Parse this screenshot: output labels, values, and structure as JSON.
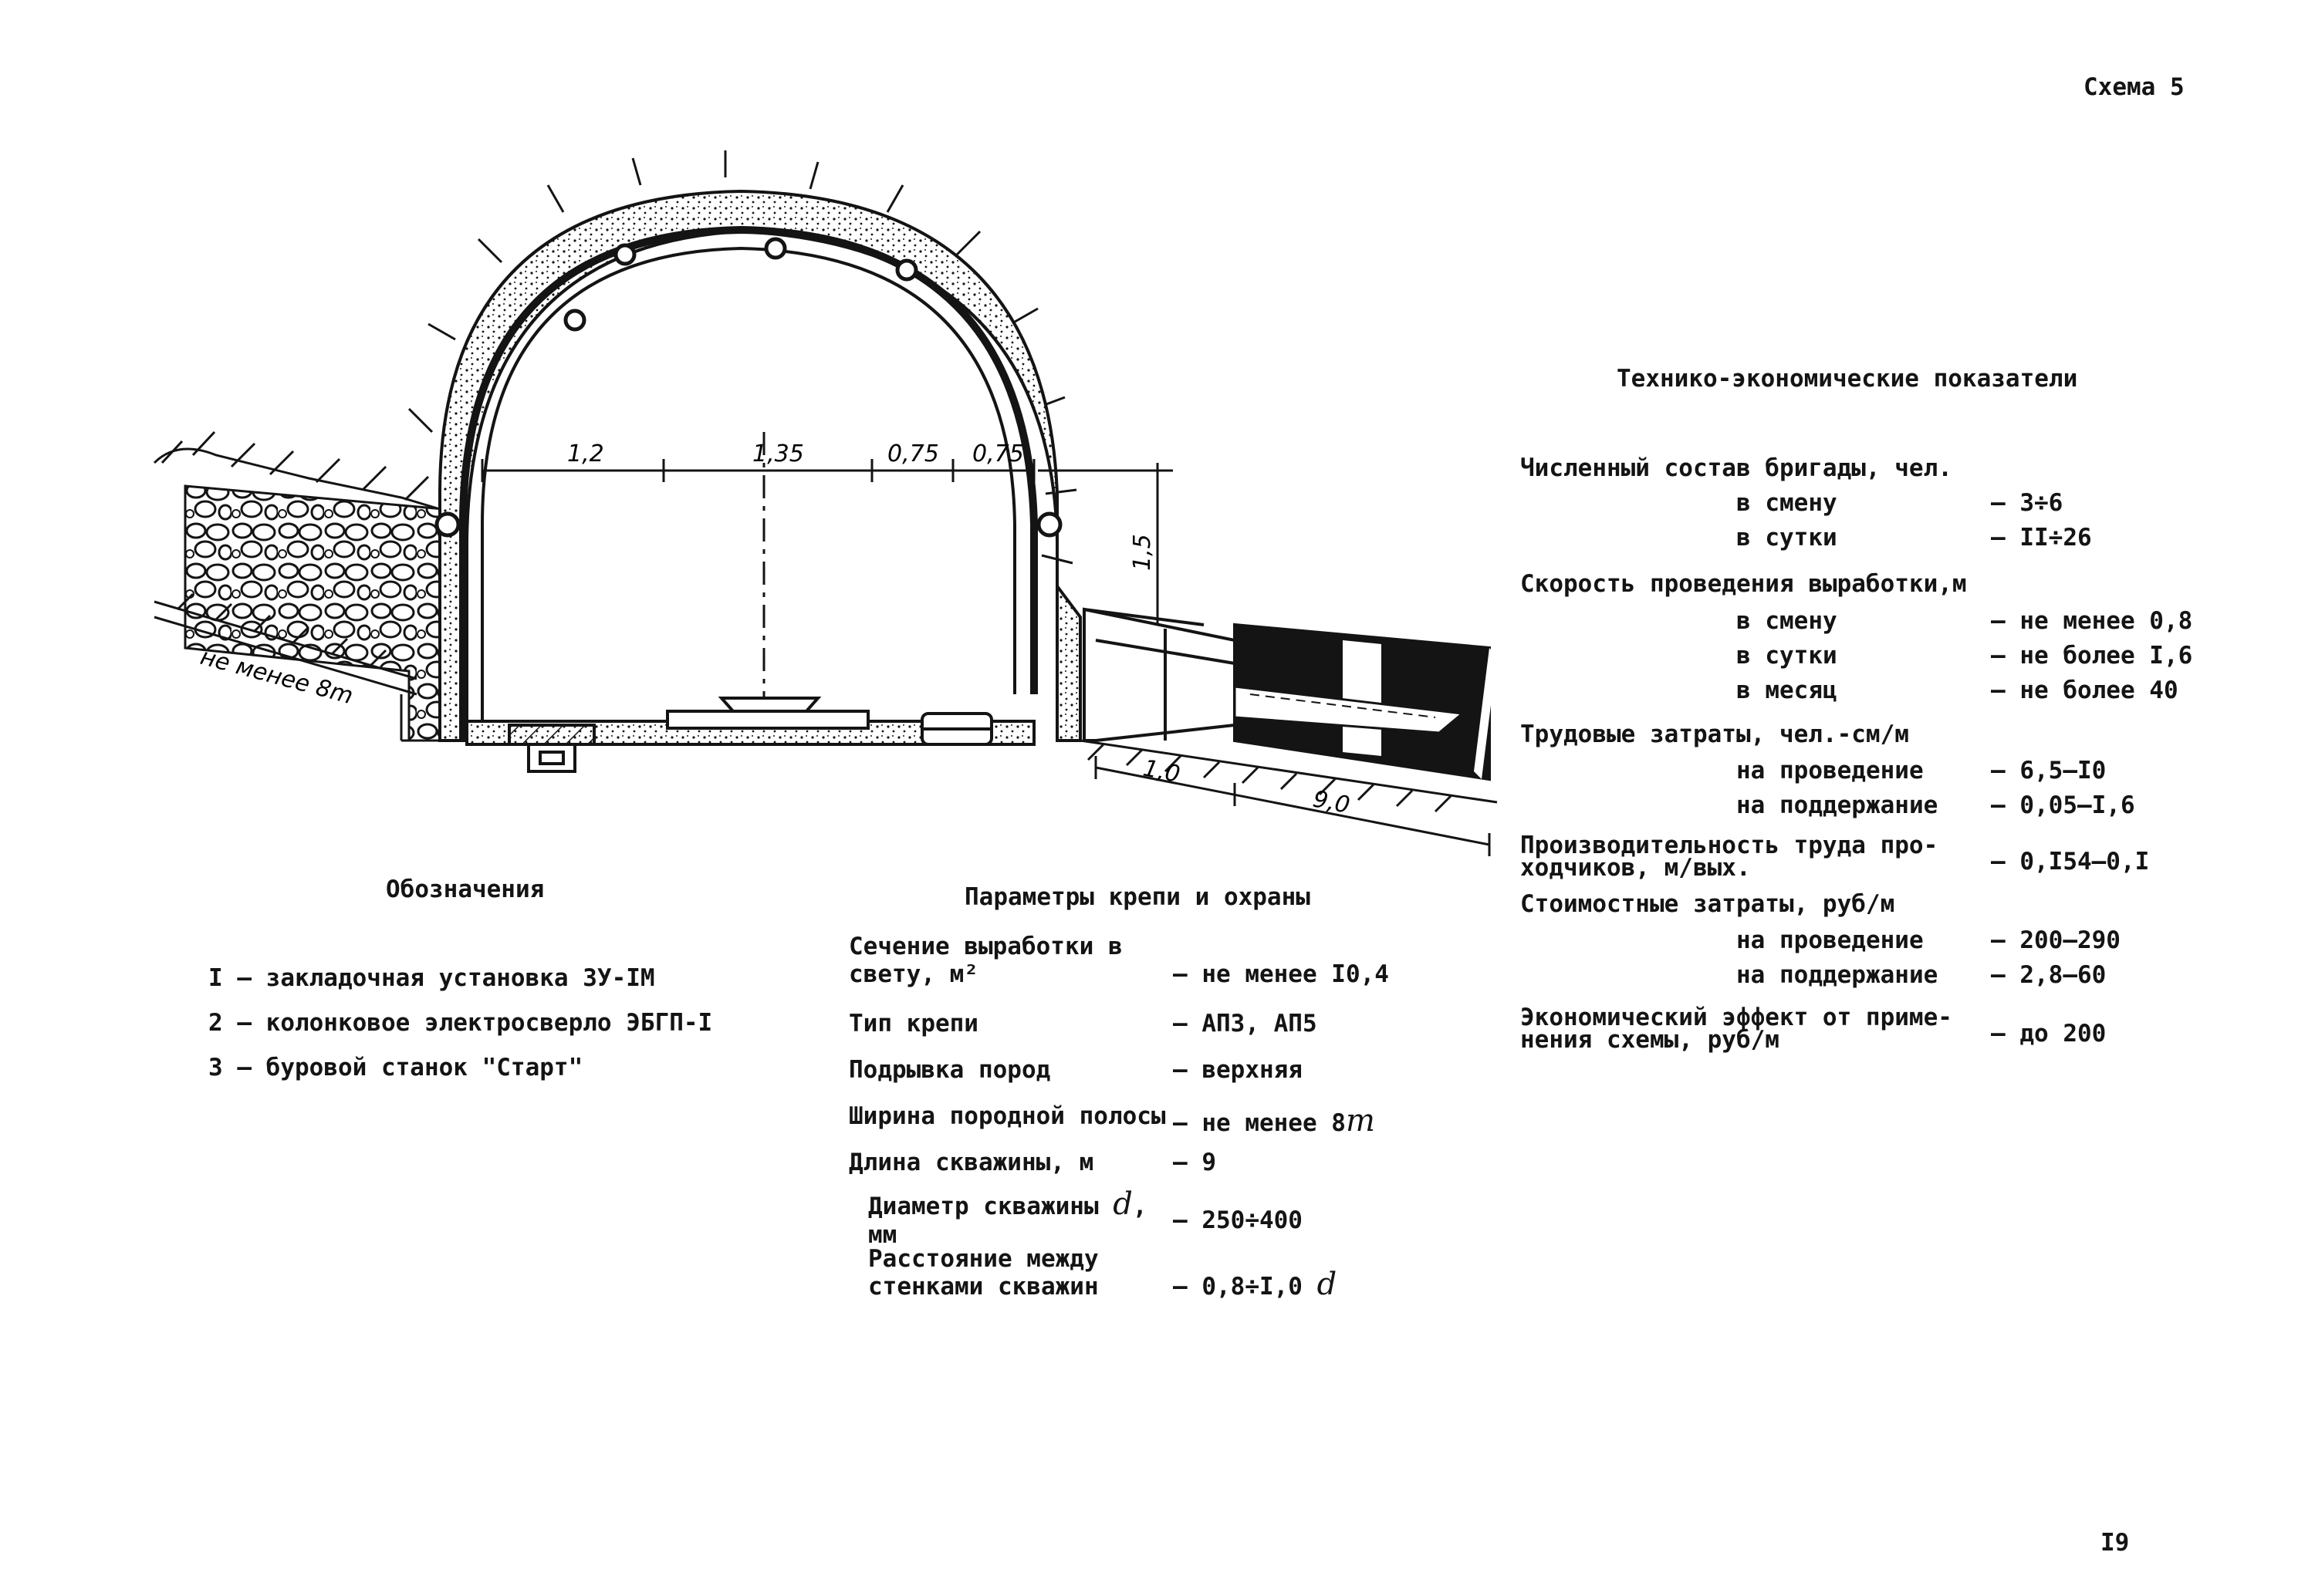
{
  "page": {
    "scheme_label": "Схема 5",
    "page_number": "I9"
  },
  "drawing": {
    "dims": {
      "d1": "1,2",
      "d2": "1,35",
      "d3": "0,75",
      "d4": "0,75",
      "height": "1,5",
      "not_less": "не менее 8m",
      "len1": "1,0",
      "len2": "9,0"
    }
  },
  "legend": {
    "title": "Обозначения",
    "items": [
      "I – закладочная установка ЗУ-IМ",
      "2 – колонковое электросверло ЭБГП-I",
      "3 – буровой станок \"Старт\""
    ]
  },
  "support_params": {
    "title": "Параметры крепи и охраны",
    "rows": [
      {
        "label": "Сечение выработки в\nсвету, м²",
        "value": "– не менее I0,4"
      },
      {
        "label": "Тип крепи",
        "value": "– АПЗ, АП5"
      },
      {
        "label": "Подрывка пород",
        "value": "– верхняя"
      },
      {
        "label": "Ширина породной полосы",
        "value": "– не менее 8",
        "unit": "m"
      },
      {
        "label": "Длина скважины, м",
        "value": "– 9"
      },
      {
        "label": "Диаметр скважины",
        "label_sym": "d",
        "label_tail": ",\nмм",
        "value": "– 250÷400"
      },
      {
        "label": "Расстояние между\nстенками скважин",
        "value": "– 0,8÷I,0 ",
        "unit": "d"
      }
    ]
  },
  "indicators": {
    "title": "Технико-экономические показатели",
    "rows": [
      {
        "label": "Численный состав бригады, чел.",
        "indent": false,
        "value": ""
      },
      {
        "label": "в смену",
        "indent": true,
        "value": "– 3÷6"
      },
      {
        "label": "в сутки",
        "indent": true,
        "value": "– II÷26"
      },
      {
        "label": "Скорость проведения выработки,м",
        "indent": false,
        "value": ""
      },
      {
        "label": "в смену",
        "indent": true,
        "value": "– не менее 0,8"
      },
      {
        "label": "в сутки",
        "indent": true,
        "value": "– не более I,6"
      },
      {
        "label": "в месяц",
        "indent": true,
        "value": "– не более 40"
      },
      {
        "label": "Трудовые затраты, чел.-см/м",
        "indent": false,
        "value": ""
      },
      {
        "label": "на проведение",
        "indent": true,
        "value": "– 6,5–I0"
      },
      {
        "label": "на поддержание",
        "indent": true,
        "value": "– 0,05–I,6"
      },
      {
        "label": "Производительность труда про-\nходчиков, м/вых.",
        "indent": false,
        "value": "– 0,I54–0,I"
      },
      {
        "label": "Стоимостные затраты, руб/м",
        "indent": false,
        "value": ""
      },
      {
        "label": "на проведение",
        "indent": true,
        "value": "– 200–290"
      },
      {
        "label": "на поддержание",
        "indent": true,
        "value": "– 2,8–60"
      },
      {
        "label": "Экономический эффект от приме-\nнения схемы, руб/м",
        "indent": false,
        "value": "– до 200"
      }
    ]
  },
  "colors": {
    "ink": "#141414",
    "paper": "#ffffff"
  }
}
